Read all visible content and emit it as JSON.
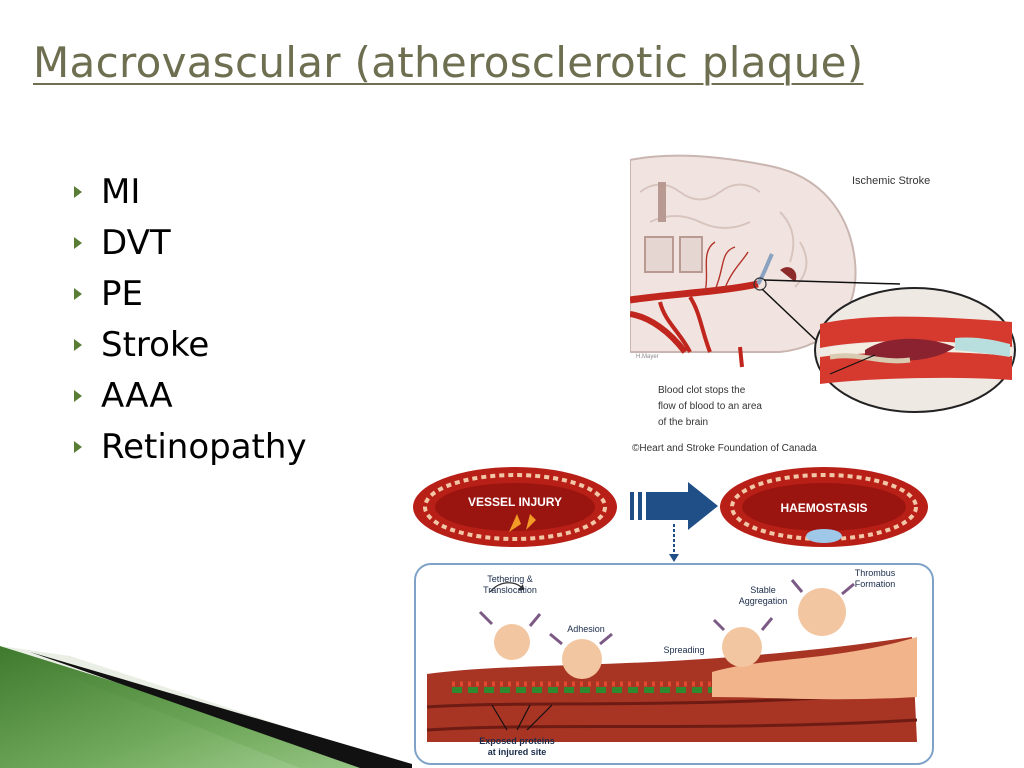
{
  "slide": {
    "title": "Macrovascular (atherosclerotic plaque)",
    "bullets": [
      "MI",
      "DVT",
      "PE",
      "Stroke",
      "AAA",
      "Retinopathy"
    ]
  },
  "figure_stroke": {
    "label": "Ischemic Stroke",
    "artist": "H.Mayer",
    "caption_lines": [
      "Blood clot stops the",
      "flow of blood to an area",
      "of the brain"
    ],
    "credit": "©Heart and Stroke Foundation of Canada"
  },
  "figure_haemostasis": {
    "vessel_injury": "VESSEL INJURY",
    "haemostasis": "HAEMOSTASIS",
    "tethering_1": "Tethering &",
    "tethering_2": "Translocation",
    "adhesion": "Adhesion",
    "spreading": "Spreading",
    "stable_1": "Stable",
    "stable_2": "Aggregation",
    "thrombus_1": "Thrombus",
    "thrombus_2": "Formation",
    "exposed_1": "Exposed proteins",
    "exposed_2": "at injured site"
  },
  "colors": {
    "title": "#6e6e50",
    "bullet": "#5a7d35",
    "accent_green": "#4e8a3a",
    "vessel_red": "#c0261d"
  }
}
